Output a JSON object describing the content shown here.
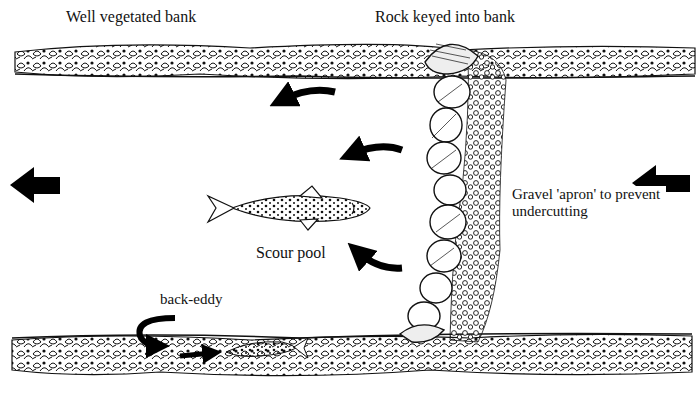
{
  "diagram": {
    "labels": [
      "Well vegetated bank",
      "Rock keyed into bank",
      "Gravel 'apron' to prevent undercutting",
      "Scour pool",
      "back-eddy"
    ]
  }
}
